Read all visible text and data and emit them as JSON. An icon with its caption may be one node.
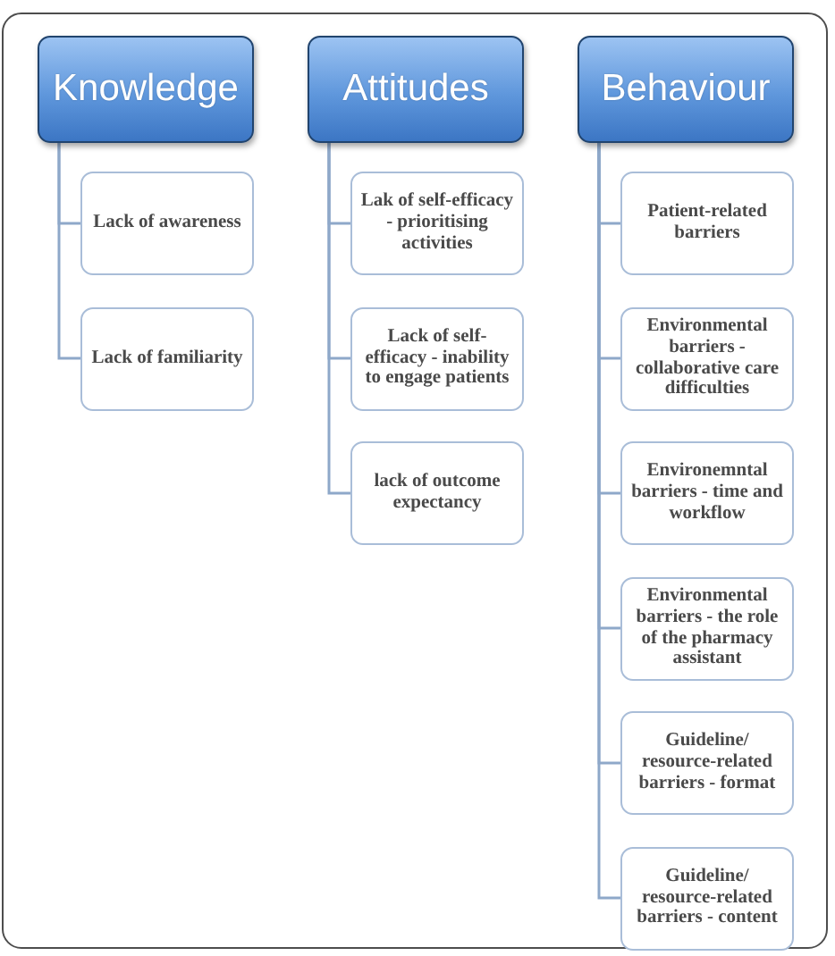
{
  "diagram": {
    "nodes": [
      {
        "text": [
          "Knowledge"
        ]
      },
      {
        "text": [
          "Lack of awareness"
        ]
      },
      {
        "text": [
          "Lack of familiarity"
        ]
      },
      {
        "text": [
          "Attitudes"
        ]
      },
      {
        "text": [
          "Lak of self-efficacy - prioritising activities"
        ]
      },
      {
        "text": [
          "Lack of self-efficacy - inability to engage patients"
        ]
      },
      {
        "text": [
          "lack of outcome expectancy"
        ]
      },
      {
        "text": [
          "Behaviour"
        ]
      },
      {
        "text": [
          "Patient-related barriers"
        ]
      },
      {
        "text": [
          "Environmental barriers - collaborative care difficulties"
        ]
      },
      {
        "text": [
          "Environemntal barriers - time and workflow"
        ]
      },
      {
        "text": [
          "Environmental barriers - the role of the pharmacy assistant"
        ]
      },
      {
        "text": [
          "Guideline/ resource-related barriers - format"
        ]
      },
      {
        "text": [
          "Guideline/ resource-related barriers - content"
        ]
      }
    ],
    "edges": [
      {
        "from": 0,
        "to": 1,
        "arrow": "none"
      },
      {
        "from": 0,
        "to": 2,
        "arrow": "none"
      },
      {
        "from": 3,
        "to": 4,
        "arrow": "none"
      },
      {
        "from": 3,
        "to": 5,
        "arrow": "none"
      },
      {
        "from": 3,
        "to": 6,
        "arrow": "none"
      },
      {
        "from": 7,
        "to": 8,
        "arrow": "none"
      },
      {
        "from": 7,
        "to": 9,
        "arrow": "none"
      },
      {
        "from": 7,
        "to": 10,
        "arrow": "none"
      },
      {
        "from": 7,
        "to": 11,
        "arrow": "none"
      },
      {
        "from": 7,
        "to": 12,
        "arrow": "none"
      },
      {
        "from": 7,
        "to": 13,
        "arrow": "none"
      }
    ]
  }
}
